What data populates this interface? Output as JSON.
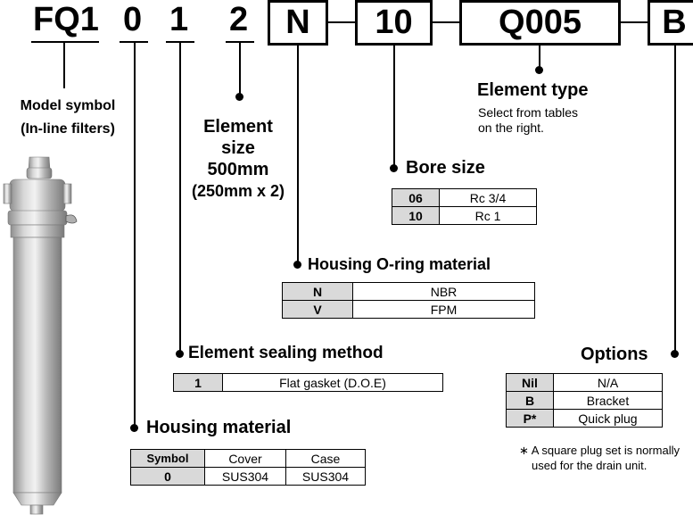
{
  "code": {
    "prefix": "FQ1",
    "digit1": "0",
    "digit2": "1",
    "digit3": "2",
    "seal": "N",
    "bore": "10",
    "element": "Q005",
    "option": "B"
  },
  "model_symbol": {
    "line1": "Model symbol",
    "line2": "(In-line filters)"
  },
  "element_size": {
    "line1": "Element",
    "line2": "size",
    "line3": "500mm",
    "line4": "(250mm x 2)"
  },
  "element_type": {
    "title": "Element type",
    "desc1": "Select from tables",
    "desc2": "on the right."
  },
  "bore_size": {
    "title": "Bore size",
    "rows": [
      {
        "key": "06",
        "value": "Rc 3/4"
      },
      {
        "key": "10",
        "value": "Rc 1"
      }
    ]
  },
  "oring": {
    "title": "Housing O-ring material",
    "rows": [
      {
        "key": "N",
        "value": "NBR"
      },
      {
        "key": "V",
        "value": "FPM"
      }
    ]
  },
  "sealing": {
    "title": "Element sealing method",
    "rows": [
      {
        "key": "1",
        "value": "Flat gasket (D.O.E)"
      }
    ]
  },
  "housing": {
    "title": "Housing material",
    "header": {
      "symbol": "Symbol",
      "cover": "Cover",
      "case": "Case"
    },
    "rows": [
      {
        "key": "0",
        "cover": "SUS304",
        "case": "SUS304"
      }
    ]
  },
  "options": {
    "title": "Options",
    "rows": [
      {
        "key": "Nil",
        "value": "N/A"
      },
      {
        "key": "B",
        "value": "Bracket"
      },
      {
        "key": "P*",
        "value": "Quick plug"
      }
    ],
    "note1": "∗ A square plug set is normally",
    "note2": "used for the drain unit."
  }
}
